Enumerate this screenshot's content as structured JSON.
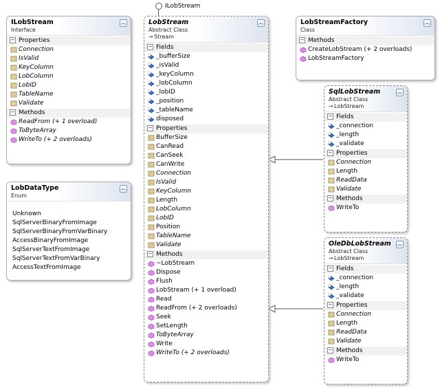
{
  "interface_lollipop": "ILobStream",
  "ILobStream": {
    "title": "ILobStream",
    "stereotype": "Interface",
    "properties_label": "Properties",
    "properties": [
      "Connection",
      "IsValid",
      "KeyColumn",
      "LobColumn",
      "LobID",
      "TableName",
      "Validate"
    ],
    "methods_label": "Methods",
    "methods": [
      "ReadFrom (+ 1 overload)",
      "ToByteArray",
      "WriteTo (+ 2 overloads)"
    ]
  },
  "LobDataType": {
    "title": "LobDataType",
    "stereotype": "Enum",
    "values": [
      "Unknown",
      "SqlServerBinaryFromImage",
      "SqlServerBinaryFromVarBinary",
      "AccessBinaryFromImage",
      "SqlServerTextFromImage",
      "SqlServerTextFromVarBinary",
      "AccessTextFromImage"
    ]
  },
  "LobStream": {
    "title": "LobStream",
    "stereotype": "Abstract Class",
    "base": "Stream",
    "fields_label": "Fields",
    "fields": [
      "_bufferSize",
      "_isValid",
      "_keyColumn",
      "_lobColumn",
      "_lobID",
      "_position",
      "_tableName",
      "disposed"
    ],
    "properties_label": "Properties",
    "properties": [
      "BufferSize",
      "CanRead",
      "CanSeek",
      "CanWrite",
      "Connection",
      "IsValid",
      "KeyColumn",
      "Length",
      "LobColumn",
      "LobID",
      "Position",
      "TableName",
      "Validate"
    ],
    "methods_label": "Methods",
    "methods": [
      "~LobStream",
      "Dispose",
      "Flush",
      "LobStream (+ 1 overload)",
      "Read",
      "ReadFrom (+ 2 overloads)",
      "Seek",
      "SetLength",
      "ToByteArray",
      "Write",
      "WriteTo (+ 2 overloads)"
    ]
  },
  "LobStreamFactory": {
    "title": "LobStreamFactory",
    "stereotype": "Class",
    "methods_label": "Methods",
    "methods": [
      "CreateLobStream (+ 2 overloads)",
      "LobStreamFactory"
    ]
  },
  "SqlLobStream": {
    "title": "SqlLobStream",
    "stereotype": "Abstract Class",
    "base": "LobStream",
    "fields_label": "Fields",
    "fields": [
      "_connection",
      "_length",
      "_validate"
    ],
    "properties_label": "Properties",
    "properties": [
      "Connection",
      "Length",
      "ReadData",
      "Validate"
    ],
    "methods_label": "Methods",
    "methods": [
      "WriteTo"
    ]
  },
  "OleDbLobStream": {
    "title": "OleDbLobStream",
    "stereotype": "Abstract Class",
    "base": "LobStream",
    "fields_label": "Fields",
    "fields": [
      "_connection",
      "_length",
      "_validate"
    ],
    "properties_label": "Properties",
    "properties": [
      "Connection",
      "Length",
      "ReadData",
      "Validate"
    ],
    "methods_label": "Methods",
    "methods": [
      "WriteTo"
    ]
  },
  "italic_members": [
    "Connection",
    "IsValid",
    "KeyColumn",
    "LobColumn",
    "LobID",
    "TableName",
    "Validate",
    "ReadFrom (+ 1 overload)",
    "ToByteArray",
    "WriteTo (+ 2 overloads)",
    "ReadData"
  ],
  "colors": {
    "field": "#3a6fd0",
    "property": "#8a6d2c",
    "method": "#b04fc0",
    "border": "#a9a9a9"
  }
}
